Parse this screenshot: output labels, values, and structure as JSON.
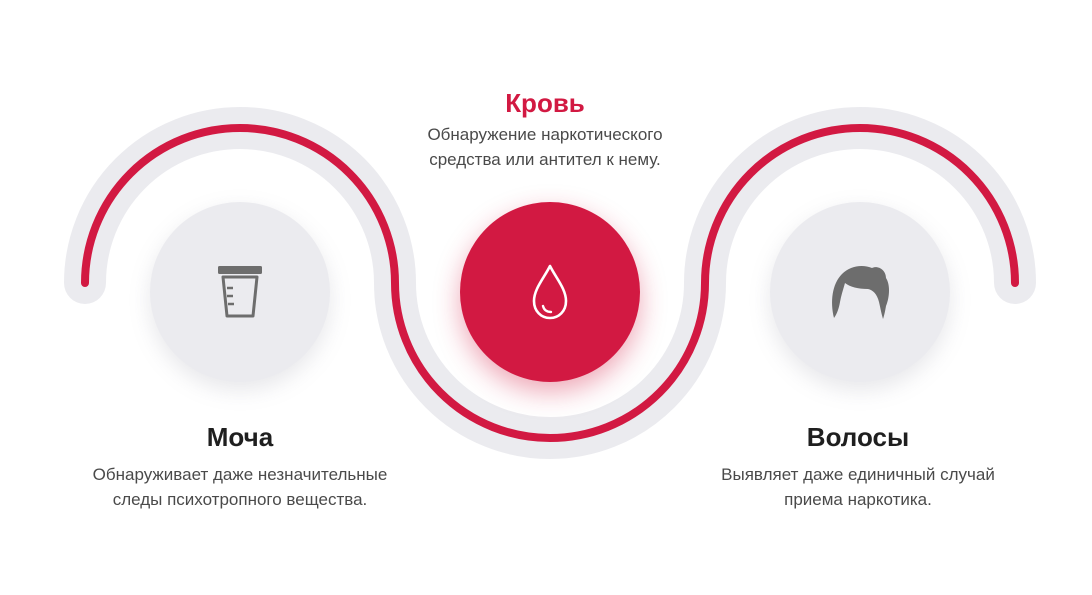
{
  "colors": {
    "accent": "#d21942",
    "track": "#ebebef",
    "icon": "#6d6d6d"
  },
  "items": [
    {
      "title": "Моча",
      "description_line1": "Обнаруживает даже незначительные",
      "description_line2": "следы психотропного вещества.",
      "icon": "urine-container-icon"
    },
    {
      "title": "Кровь",
      "description_line1": "Обнаружение наркотического",
      "description_line2": "средства или антител к нему.",
      "icon": "blood-drop-icon"
    },
    {
      "title": "Волосы",
      "description_line1": "Выявляет даже единичный случай",
      "description_line2": "приема наркотика.",
      "icon": "hair-icon"
    }
  ]
}
